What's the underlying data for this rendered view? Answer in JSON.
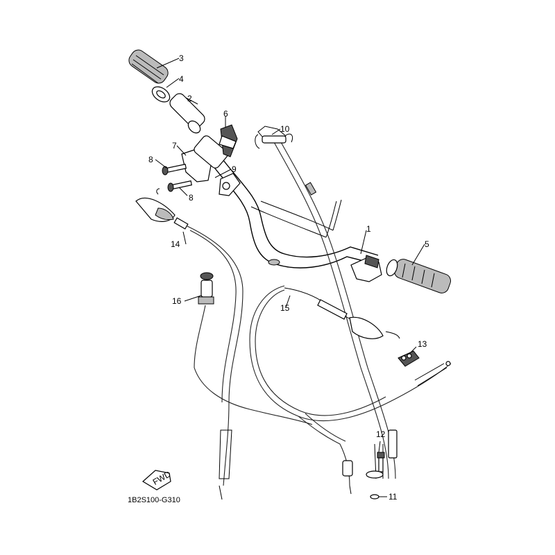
{
  "diagram": {
    "code": "1B2S100-G310",
    "fwd_label": "FWD",
    "callouts": [
      {
        "id": "c1",
        "text": "1"
      },
      {
        "id": "c2",
        "text": "2"
      },
      {
        "id": "c3",
        "text": "3"
      },
      {
        "id": "c4",
        "text": "4"
      },
      {
        "id": "c5",
        "text": "5"
      },
      {
        "id": "c6",
        "text": "6"
      },
      {
        "id": "c7",
        "text": "7"
      },
      {
        "id": "c8a",
        "text": "8"
      },
      {
        "id": "c8b",
        "text": "8"
      },
      {
        "id": "c9",
        "text": "9"
      },
      {
        "id": "c10",
        "text": "10"
      },
      {
        "id": "c11",
        "text": "11"
      },
      {
        "id": "c12",
        "text": "12"
      },
      {
        "id": "c13",
        "text": "13"
      },
      {
        "id": "c14",
        "text": "14"
      },
      {
        "id": "c15",
        "text": "15"
      },
      {
        "id": "c16",
        "text": "16"
      }
    ]
  }
}
